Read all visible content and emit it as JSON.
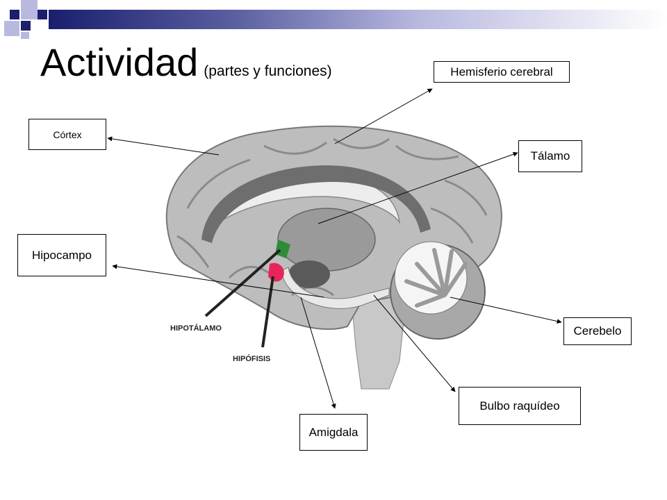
{
  "title": {
    "main": "Actividad",
    "subtitle": "(partes y funciones)"
  },
  "labels": {
    "hemisferio": "Hemisferio cerebral",
    "cortex": "Córtex",
    "talamo": "Tálamo",
    "hipocampo": "Hipocampo",
    "cerebelo": "Cerebelo",
    "bulbo": "Bulbo raquídeo",
    "amigdala": "Amigdala"
  },
  "image_labels": {
    "hipotalamo": "HIPOTÁLAMO",
    "hipofisis": "HIPÓFISIS"
  },
  "colors": {
    "deco_navy": "#1a1f6e",
    "deco_lavender": "#b9b9e0",
    "brain_fill": "#bdbdbd",
    "hypothalamus": "#2e8b3a",
    "pituitary": "#e8245a"
  }
}
